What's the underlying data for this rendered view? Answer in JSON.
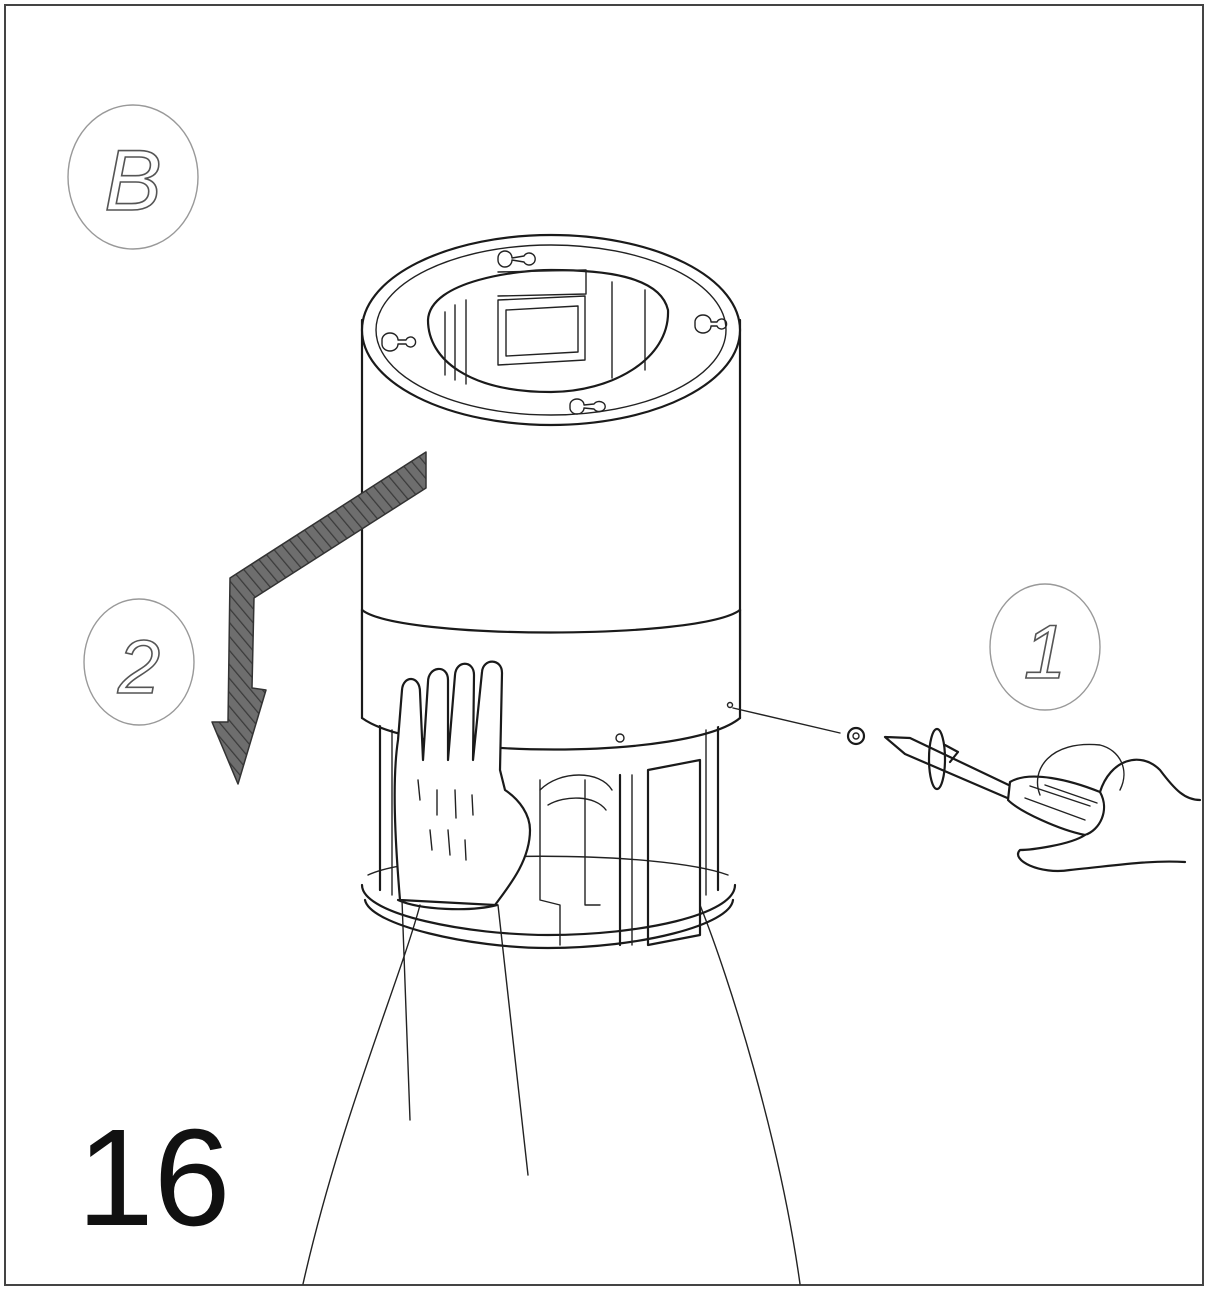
{
  "labels": {
    "view": "B",
    "step_one": "1",
    "step_two": "2",
    "figure_number": "16"
  },
  "colors": {
    "ink": "#1a1a1a",
    "arrow_fill": "#5a5a5a",
    "background": "#ffffff"
  }
}
